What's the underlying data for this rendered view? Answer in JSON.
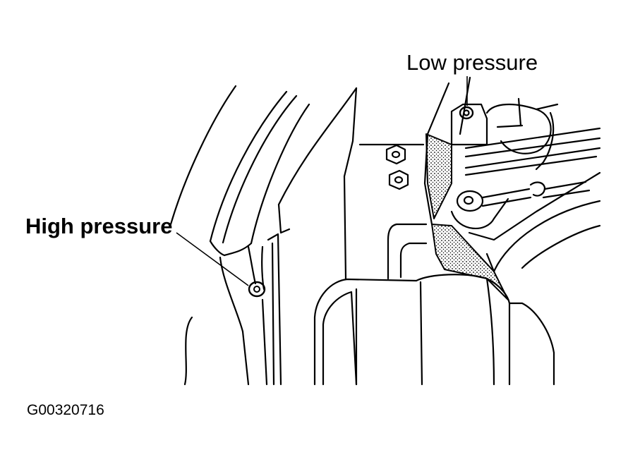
{
  "labels": {
    "low_pressure": "Low pressure",
    "high_pressure": "High pressure",
    "figure_code": "G00320716"
  },
  "colors": {
    "ink": "#000000",
    "paper": "#ffffff"
  }
}
